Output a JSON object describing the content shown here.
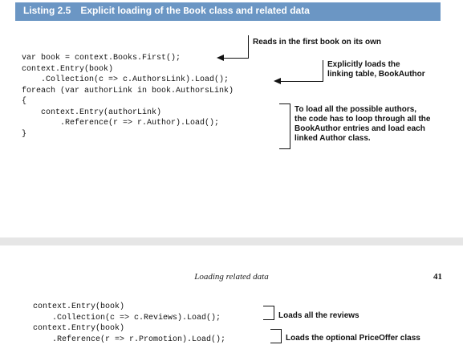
{
  "listing": {
    "label": "Listing 2.5",
    "title_prefix": "Explicit loading of the ",
    "title_code": "Book",
    "title_suffix": " class and related data"
  },
  "code_top": [
    "var book = context.Books.First();",
    "context.Entry(book)",
    "    .Collection(c => c.AuthorsLink).Load();",
    "foreach (var authorLink in book.AuthorsLink)",
    "{",
    "    context.Entry(authorLink)",
    "        .Reference(r => r.Author).Load();",
    "}"
  ],
  "annotations_top": {
    "a1": "Reads in the first book on its own",
    "a2_line1": "Explicitly loads the",
    "a2_line2": "linking table, BookAuthor",
    "a3_line1": "To load all the possible authors,",
    "a3_line2": "the code has to loop through all the",
    "a3_line3": "BookAuthor entries and load each",
    "a3_line4": "linked Author class."
  },
  "page": {
    "title": "Loading related data",
    "number": "41"
  },
  "code_bottom": [
    "context.Entry(book)",
    "    .Collection(c => c.Reviews).Load();",
    "context.Entry(book)",
    "    .Reference(r => r.Promotion).Load();"
  ],
  "annotations_bottom": {
    "b1": "Loads all the reviews",
    "b2": "Loads the optional PriceOffer class"
  }
}
